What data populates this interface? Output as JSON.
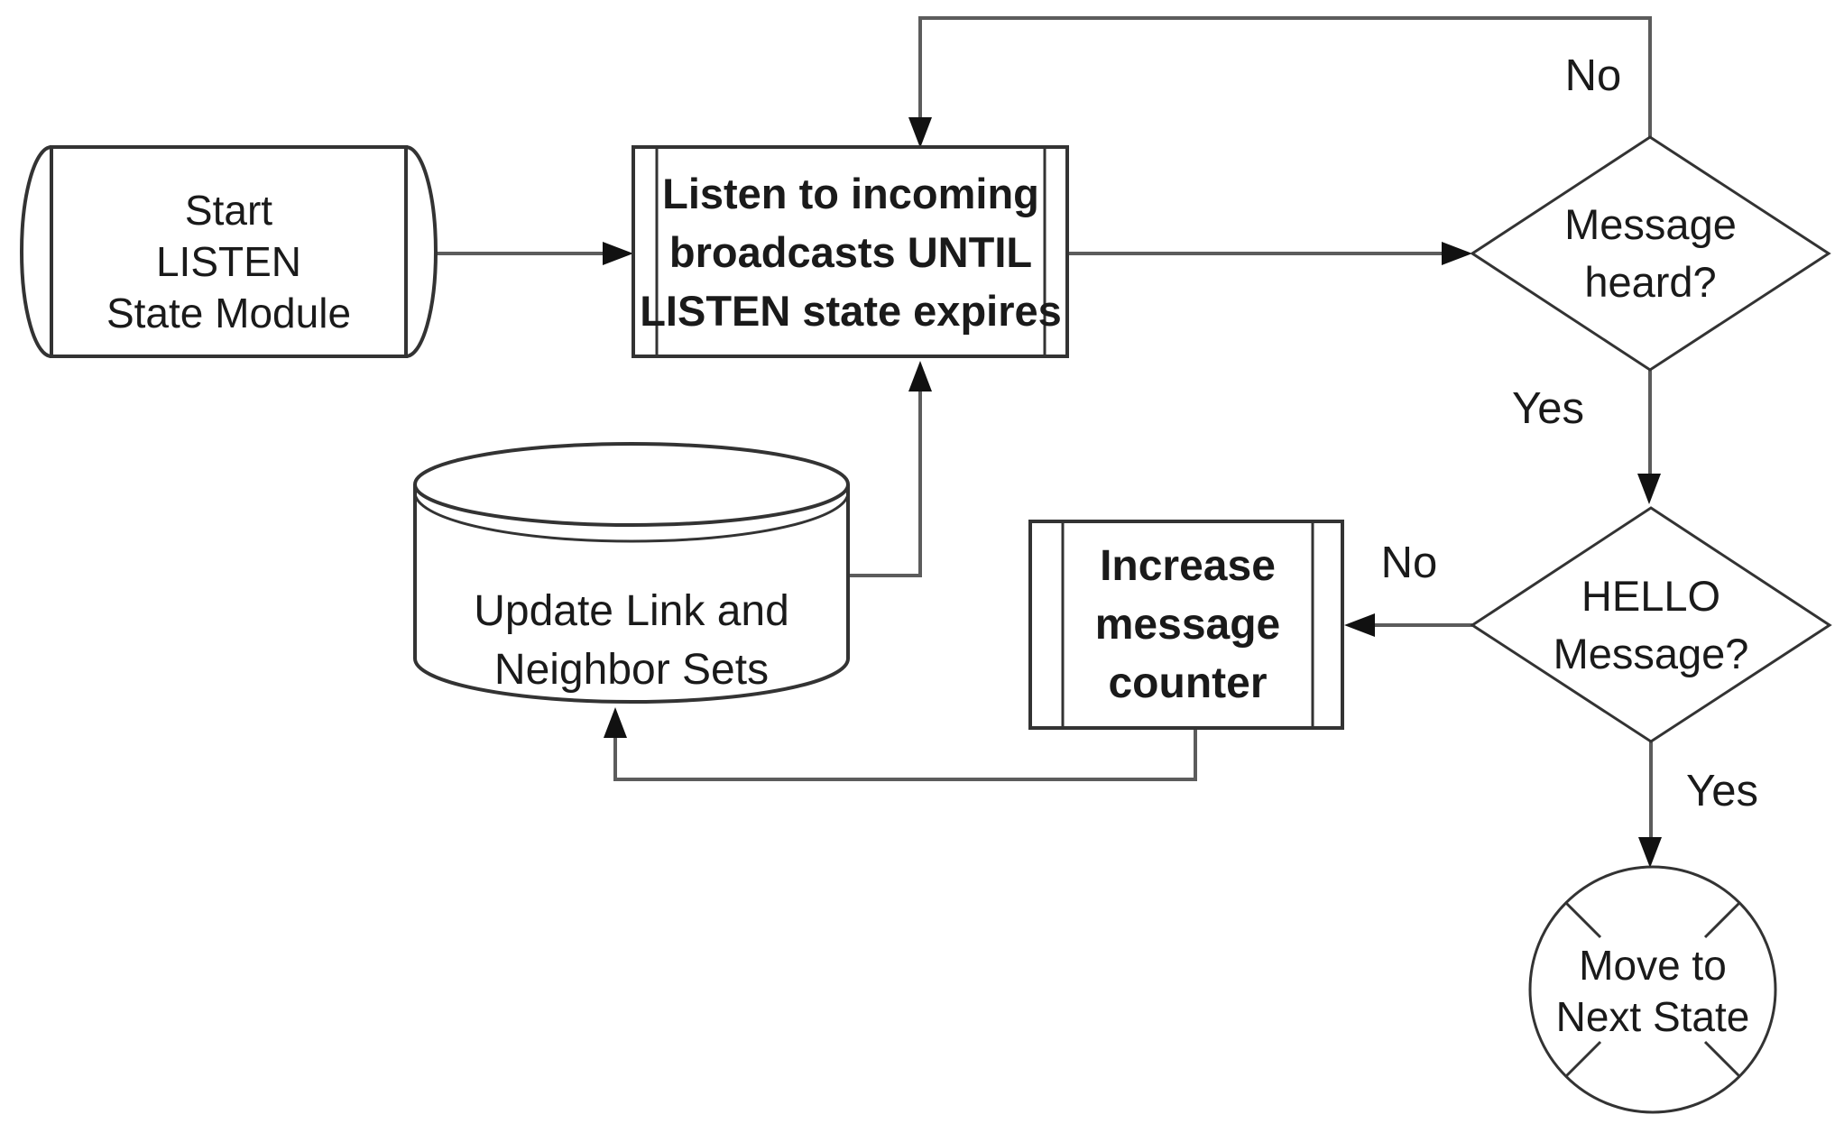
{
  "diagram": {
    "type": "flowchart",
    "nodes": {
      "start": {
        "label": "Start\nLISTEN\nState Module",
        "shape": "terminator-cylinder"
      },
      "listen": {
        "label": "Listen to incoming\nbroadcasts UNTIL\nLISTEN state expires",
        "shape": "predefined-process"
      },
      "message_heard": {
        "label": "Message\nheard?",
        "shape": "decision"
      },
      "hello_message": {
        "label": "HELLO\nMessage?",
        "shape": "decision"
      },
      "increase_counter": {
        "label": "Increase\nmessage\ncounter",
        "shape": "predefined-process"
      },
      "update_sets": {
        "label": "Update Link and\nNeighbor Sets",
        "shape": "database-cylinder"
      },
      "move_next_state": {
        "label": "Move to\nNext State",
        "shape": "junction-circle"
      }
    },
    "edges": [
      {
        "from": "start",
        "to": "listen",
        "label": ""
      },
      {
        "from": "listen",
        "to": "message_heard",
        "label": ""
      },
      {
        "from": "message_heard",
        "to": "listen",
        "label": "No"
      },
      {
        "from": "message_heard",
        "to": "hello_message",
        "label": "Yes"
      },
      {
        "from": "hello_message",
        "to": "increase_counter",
        "label": "No"
      },
      {
        "from": "hello_message",
        "to": "move_next_state",
        "label": "Yes"
      },
      {
        "from": "increase_counter",
        "to": "update_sets",
        "label": ""
      },
      {
        "from": "update_sets",
        "to": "listen",
        "label": ""
      }
    ],
    "colors": {
      "background": "#ffffff",
      "shape_stroke": "#333333",
      "connector_stroke": "#5c5c5c",
      "arrowhead_fill": "#111111",
      "text": "#1a1a1a"
    }
  }
}
